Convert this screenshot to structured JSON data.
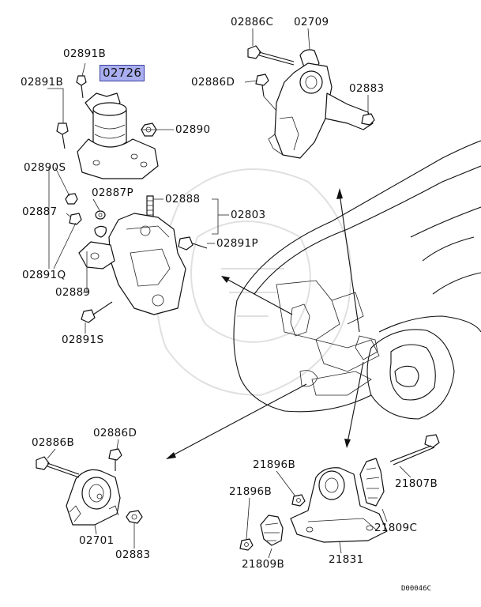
{
  "highlight_color": "#a9aef0",
  "labels": {
    "c02891B_top": "02891B",
    "c02726": "02726",
    "c02891B_left": "02891B",
    "c02890": "02890",
    "c02890S": "02890S",
    "c02887P": "02887P",
    "c02888": "02888",
    "c02887": "02887",
    "c02803": "02803",
    "c02891P": "02891P",
    "c02891Q": "02891Q",
    "c02889": "02889",
    "c02891S": "02891S",
    "c02886C": "02886C",
    "c02709": "02709",
    "c02886D_top": "02886D",
    "c02883_top": "02883",
    "c02886B": "02886B",
    "c02886D_bot": "02886D",
    "c02701": "02701",
    "c02883_bot": "02883",
    "c21896B_a": "21896B",
    "c21896B_b": "21896B",
    "c21807B": "21807B",
    "c21809C": "21809C",
    "c21809B": "21809B",
    "c21831": "21831"
  },
  "diagram_code": "D00046C"
}
